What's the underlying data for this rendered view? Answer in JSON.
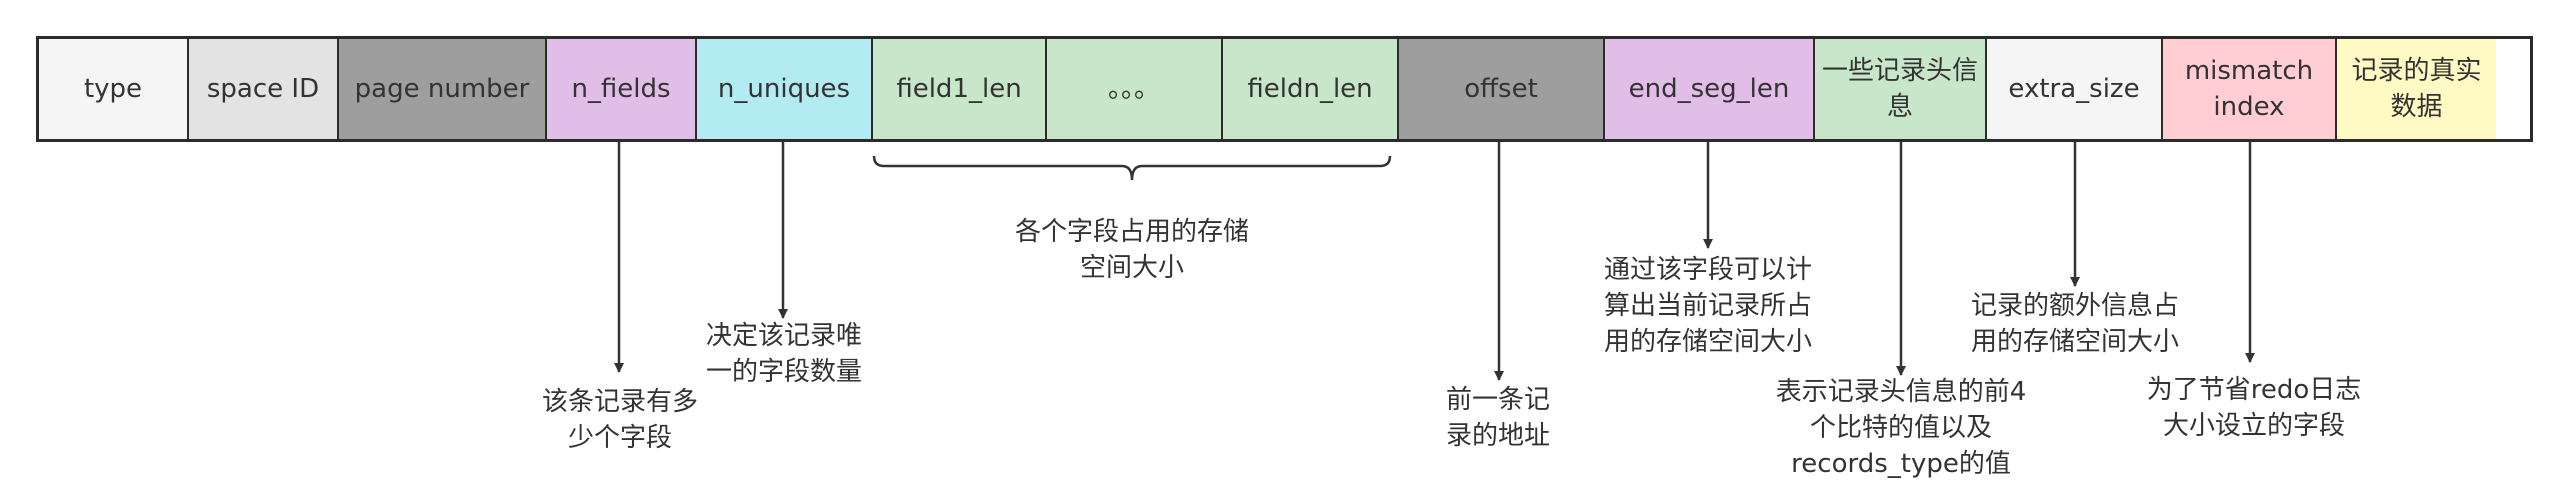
{
  "fields": [
    {
      "id": "type",
      "label": "type",
      "color": "#f5f5f5"
    },
    {
      "id": "space-id",
      "label": "space ID",
      "color": "#e3e3e3"
    },
    {
      "id": "page-number",
      "label": "page number",
      "color": "#9e9e9e"
    },
    {
      "id": "n-fields",
      "label": "n_fields",
      "color": "#e1bee7"
    },
    {
      "id": "n-uniques",
      "label": "n_uniques",
      "color": "#b2ebf2"
    },
    {
      "id": "field1-len",
      "label": "field1_len",
      "color": "#c8e6c9"
    },
    {
      "id": "ellipsis",
      "label": "。。。",
      "color": "#c8e6c9"
    },
    {
      "id": "fieldn-len",
      "label": "fieldn_len",
      "color": "#c8e6c9"
    },
    {
      "id": "offset",
      "label": "offset",
      "color": "#9e9e9e"
    },
    {
      "id": "end-seg-len",
      "label": "end_seg_len",
      "color": "#e1bee7"
    },
    {
      "id": "record-header",
      "label": "一些记录头信息",
      "color": "#c8e6c9"
    },
    {
      "id": "extra-size",
      "label": "extra_size",
      "color": "#f5f5f5"
    },
    {
      "id": "mismatch-index",
      "label": "mismatch index",
      "color": "#ffcdd2"
    },
    {
      "id": "record-data",
      "label": "记录的真实数据",
      "color": "#fff9c4"
    }
  ],
  "annotations": {
    "n_fields": "该条记录有多少个字段",
    "n_uniques": "决定该记录唯一的字段数量",
    "field_lens": "各个字段占用的存储空间大小",
    "offset": "前一条记录的地址",
    "end_seg_len": "通过该字段可以计算出当前记录所占用的存储空间大小",
    "record_header": "表示记录头信息的前4个比特的值以及records_type的值",
    "extra_size": "记录的额外信息占用的存储空间大小",
    "mismatch_index": "为了节省redo日志大小设立的字段"
  }
}
